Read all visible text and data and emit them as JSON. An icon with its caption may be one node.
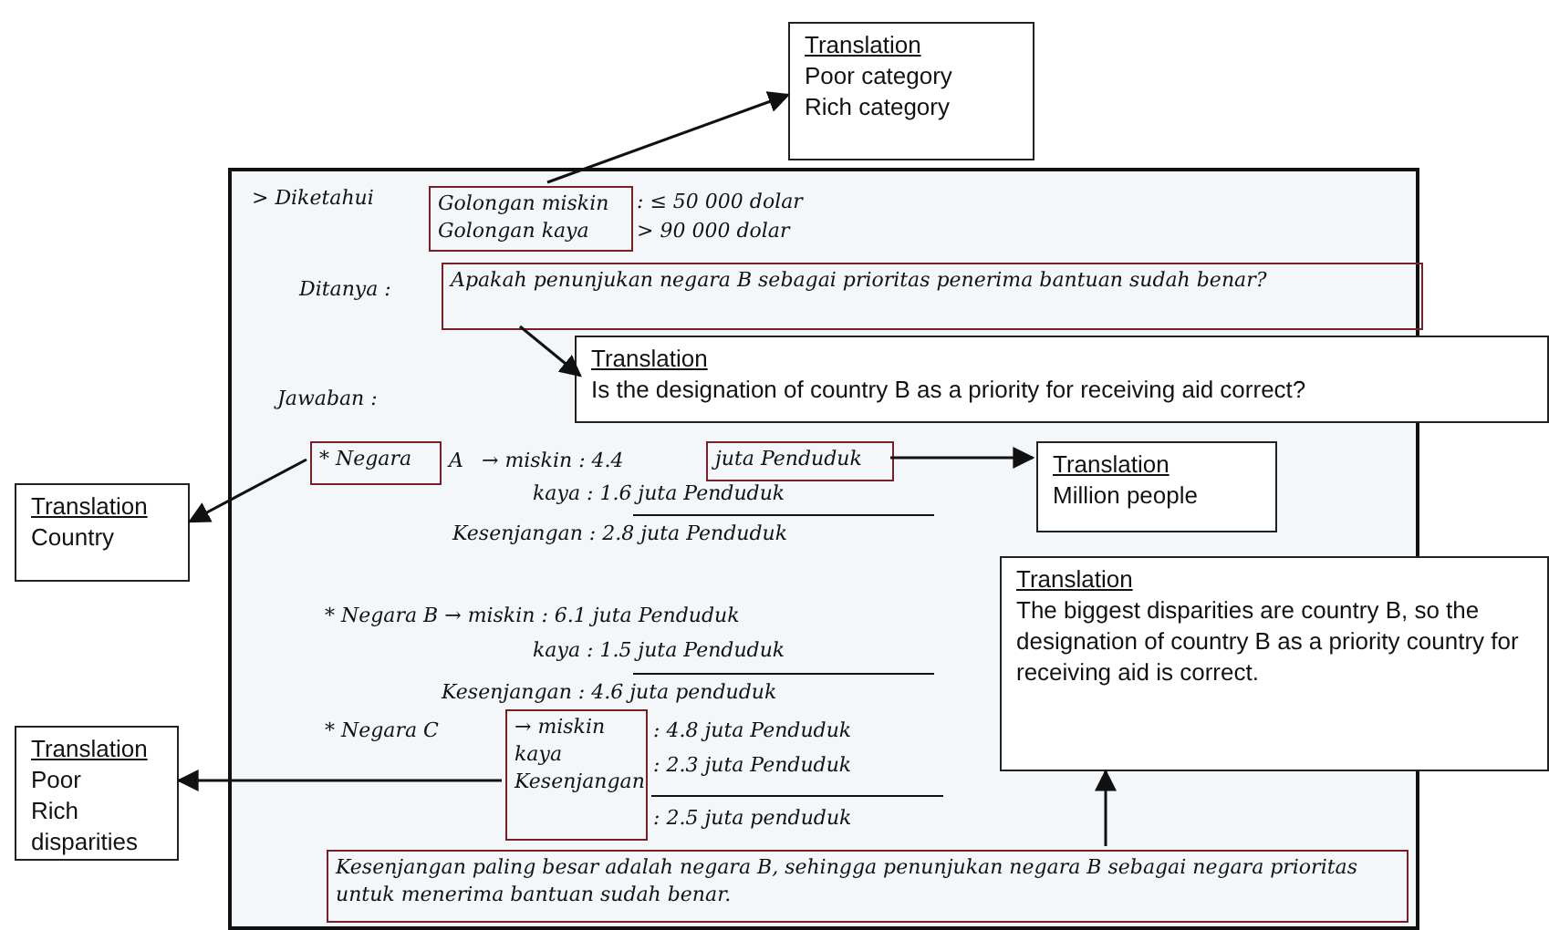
{
  "diagram": {
    "nodes": [
      {
        "text": [
          "Translation",
          "Poor category",
          "Rich category"
        ]
      },
      {
        "text": [],
        "shape": "box"
      },
      {
        "text": [
          "Golongan miskin",
          "Golongan kaya"
        ],
        "in": 1
      },
      {
        "text": [
          "Apakah penunjukan negara B sebagai prioritas penerima bantuan sudah benar?"
        ],
        "in": 1
      },
      {
        "text": [
          "Translation",
          "Is the designation of country B as a priority for receiving aid correct?"
        ]
      },
      {
        "text": [
          "Translation",
          "Country"
        ]
      },
      {
        "text": [
          "* Negara"
        ],
        "in": 1
      },
      {
        "text": [
          "juta Penduduk"
        ],
        "in": 1
      },
      {
        "text": [
          "Translation",
          "Million people"
        ],
        "in": 1
      },
      {
        "text": [
          "Translation",
          "The biggest disparities are country B, so the designation of country B as a priority country for receiving aid is correct."
        ]
      },
      {
        "text": [
          "→ miskin",
          "kaya",
          "Kesenjangan"
        ],
        "in": 1
      },
      {
        "text": [
          "Translation",
          "Poor",
          "Rich",
          "disparities"
        ]
      },
      {
        "text": [
          "Kesenjangan paling besar adalah negara B, sehingga penunjukan negara B sebagai negara prioritas untuk menerima bantuan sudah benar."
        ],
        "in": 1
      }
    ],
    "edges": [
      {
        "from": 2,
        "to": 0,
        "arrow": "to"
      },
      {
        "from": 3,
        "to": 4,
        "arrow": "to"
      },
      {
        "from": 6,
        "to": 5,
        "arrow": "to"
      },
      {
        "from": 7,
        "to": 8,
        "arrow": "to"
      },
      {
        "from": 10,
        "to": 11,
        "arrow": "to"
      },
      {
        "from": 12,
        "to": 9,
        "arrow": "to"
      }
    ],
    "labels": [
      "> Diketahui",
      ": ≤ 50 000 dolar",
      "> 90 000 dolar",
      "Ditanya :",
      "Jawaban :",
      "A",
      "→ miskin : 4.4",
      "kaya : 1.6 juta Penduduk",
      "Kesenjangan : 2.8 juta Penduduk",
      "* Negara B → miskin : 6.1 juta Penduduk",
      "kaya : 1.5 juta Penduduk",
      "Kesenjangan : 4.6 juta penduduk",
      "* Negara C",
      ": 4.8 juta Penduduk",
      ": 2.3 juta Penduduk",
      ": 2.5 juta penduduk"
    ]
  }
}
